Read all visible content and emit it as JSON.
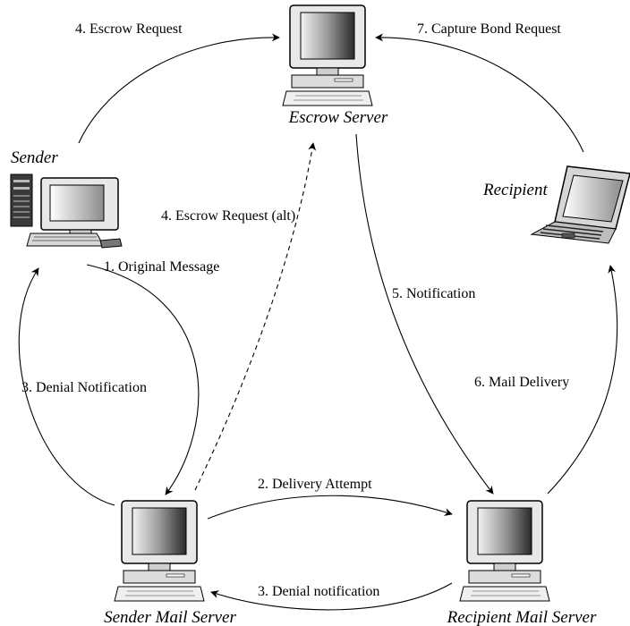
{
  "nodes": {
    "escrow_server": "Escrow Server",
    "sender": "Sender",
    "recipient": "Recipient",
    "sender_mail_server": "Sender Mail Server",
    "recipient_mail_server": "Recipient Mail Server"
  },
  "edges": {
    "escrow_request": "4. Escrow Request",
    "capture_bond_request": "7. Capture Bond Request",
    "escrow_request_alt": "4. Escrow Request (alt)",
    "original_message": "1. Original Message",
    "notification": "5.  Notification",
    "denial_notification_left": "3. Denial Notification",
    "mail_delivery": "6. Mail Delivery",
    "delivery_attempt": "2. Delivery Attempt",
    "denial_notification_bottom": "3. Denial notification"
  }
}
